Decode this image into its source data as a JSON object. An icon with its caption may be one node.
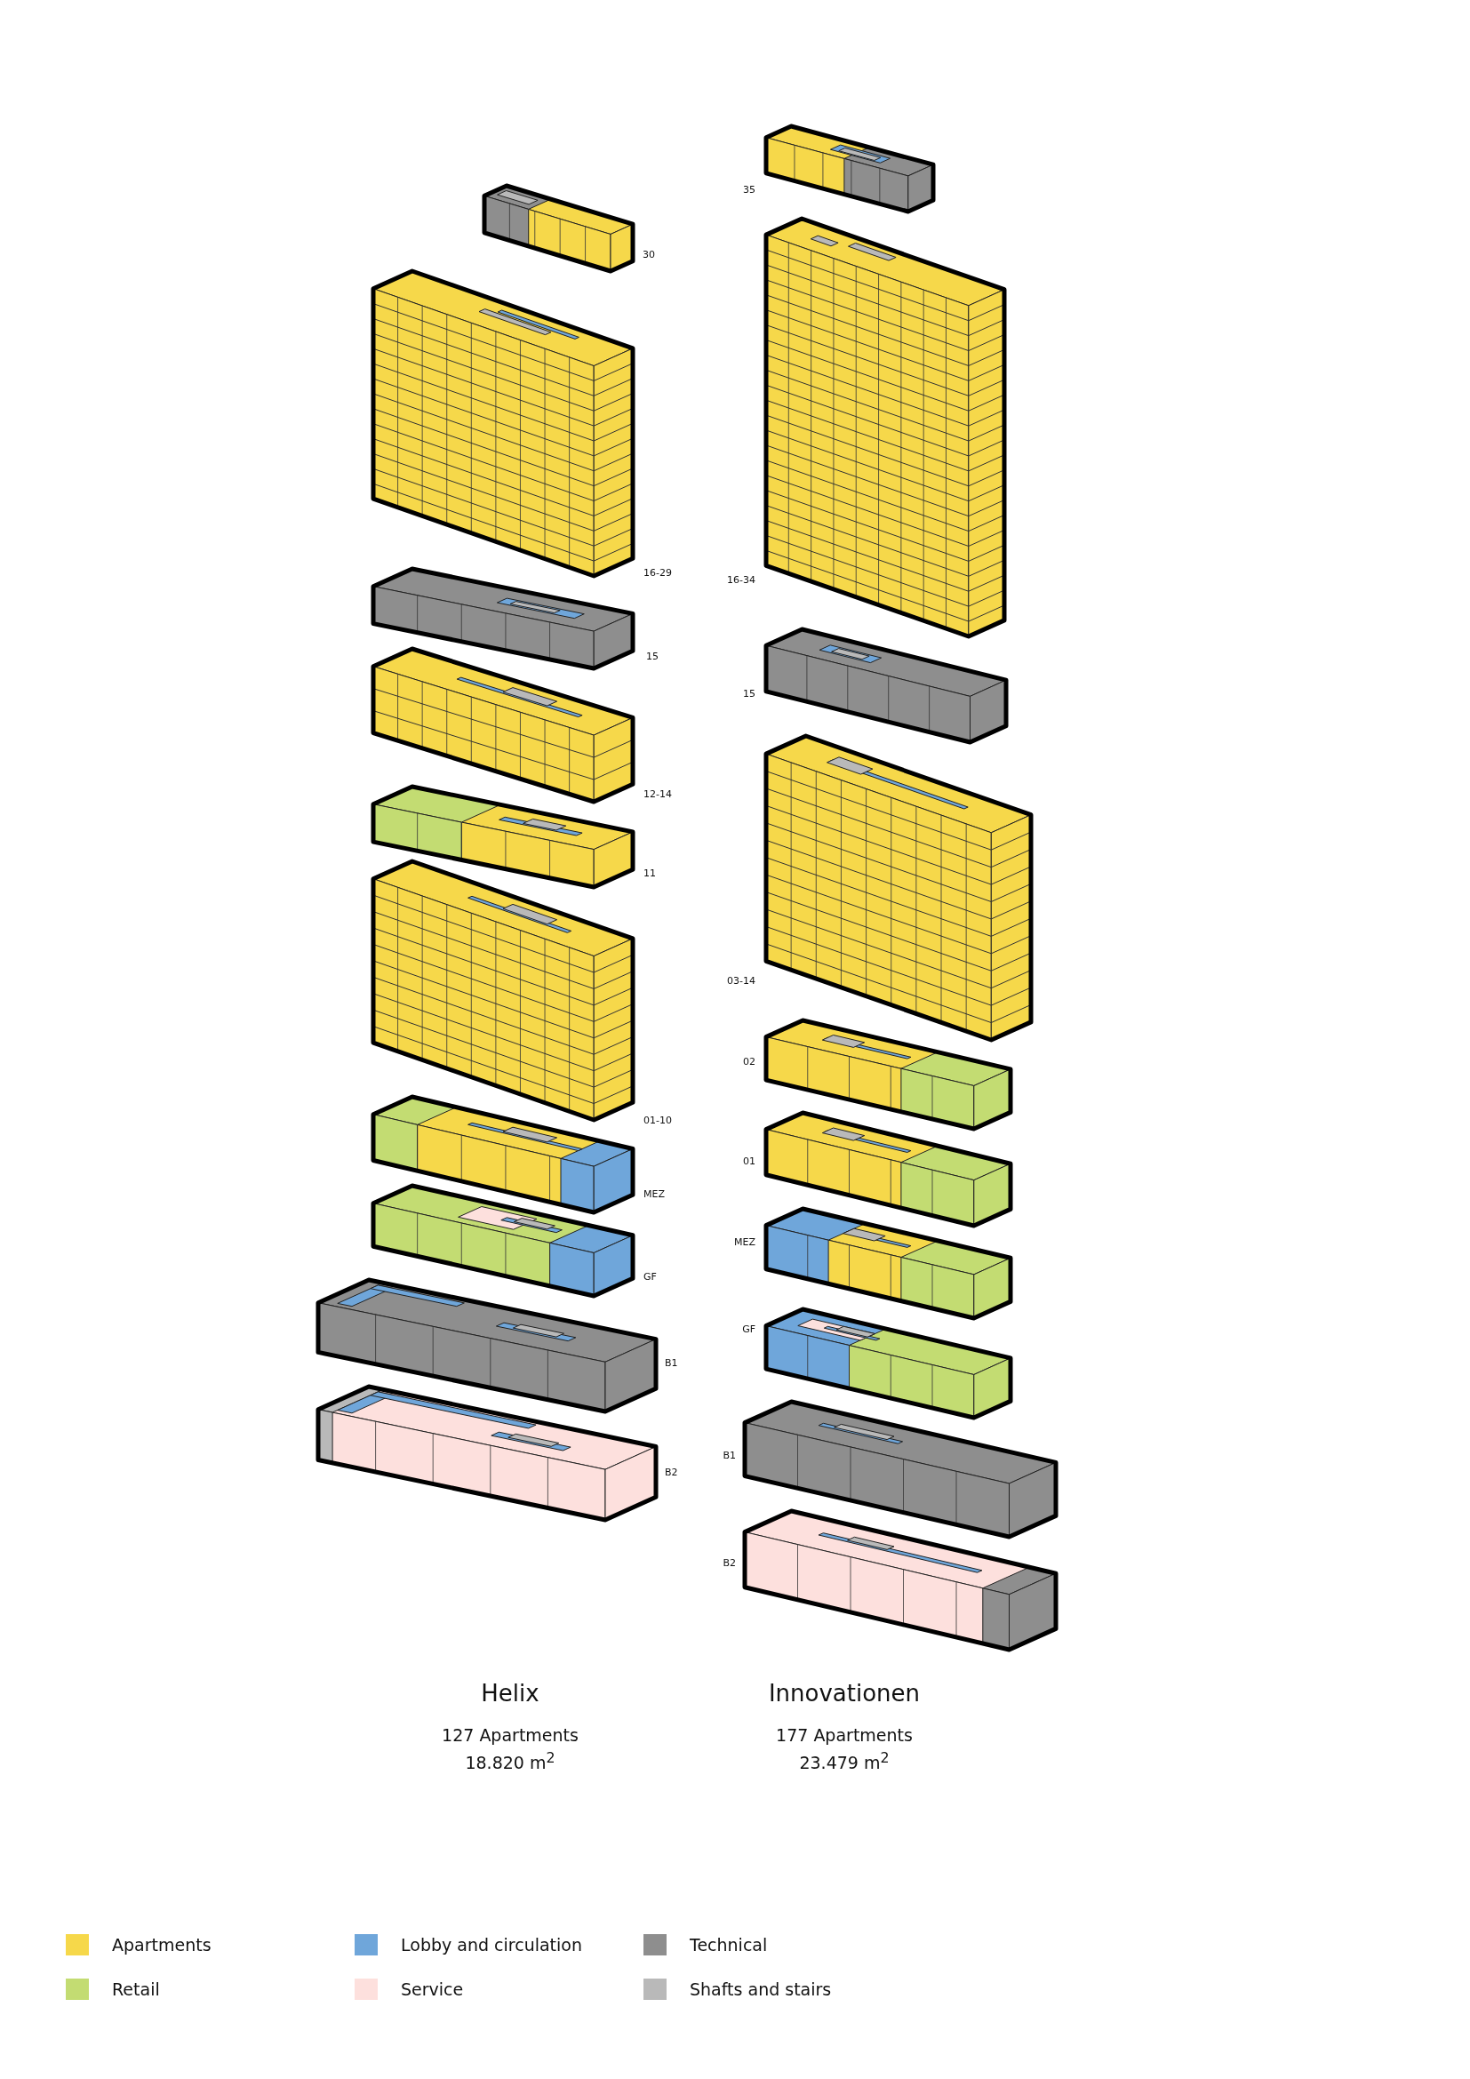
{
  "diagram": {
    "labels": [
      "30",
      "16-29",
      "15",
      "12-14",
      "11",
      "01-10",
      "MEZ",
      "GF",
      "B1",
      "B2",
      "35",
      "16-34",
      "15",
      "03-14",
      "02",
      "01",
      "MEZ",
      "GF",
      "B1",
      "B2",
      "Helix",
      "127 Apartments",
      "18.820 m$^{2}$",
      "Innovationen",
      "177 Apartments",
      "23.479 m$^{2}$"
    ],
    "legend": [
      {
        "text": "Apartments",
        "color": "#f6d84a"
      },
      {
        "text": "Lobby and circulation",
        "color": "#6fa6da"
      },
      {
        "text": "Technical",
        "color": "#8e8e8e"
      },
      {
        "text": "Retail",
        "color": "#c3dc72"
      },
      {
        "text": "Service",
        "color": "#fde0dd"
      },
      {
        "text": "Shafts and stairs",
        "color": "#b9b9b9"
      }
    ]
  }
}
